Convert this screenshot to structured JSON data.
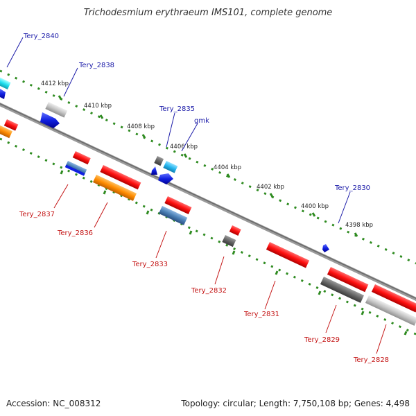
{
  "title": "Trichodesmium erythraeum IMS101, complete genome",
  "footer": {
    "accession": "Accession: NC_008312",
    "summary": "Topology: circular; Length: 7,750,108 bp; Genes: 4,498"
  },
  "colors": {
    "backbone": "#808080",
    "ruler_dot": "#2e8b20",
    "forward_label": "#1a1aa8",
    "reverse_label": "#c41414"
  },
  "ruler_ticks": [
    "4412 kbp",
    "4410 kbp",
    "4408 kbp",
    "4406 kbp",
    "4404 kbp",
    "4402 kbp",
    "4400 kbp",
    "4398 kbp"
  ],
  "forward_genes": [
    {
      "label": "Tery_2840",
      "color": "#22e0e8"
    },
    {
      "label": "Tery_2838",
      "color": "#c0c0c0"
    },
    {
      "label": "Tery_2835",
      "color": "#6a6a6a"
    },
    {
      "label": "gmk",
      "color": "#28c0f0"
    },
    {
      "label": "Tery_2830",
      "color": "#1030e0"
    }
  ],
  "reverse_genes": [
    {
      "label": "Tery_2837",
      "color": "#2a58c8"
    },
    {
      "label": "Tery_2836",
      "color": "#ff8c00"
    },
    {
      "label": "Tery_2833",
      "color": "#4a7fb5"
    },
    {
      "label": "Tery_2832",
      "color": "#6e6e6e"
    },
    {
      "label": "Tery_2831",
      "color": "#e81010"
    },
    {
      "label": "Tery_2829",
      "color": "#555555"
    },
    {
      "label": "Tery_2828",
      "color": "#bdbdbd"
    }
  ]
}
